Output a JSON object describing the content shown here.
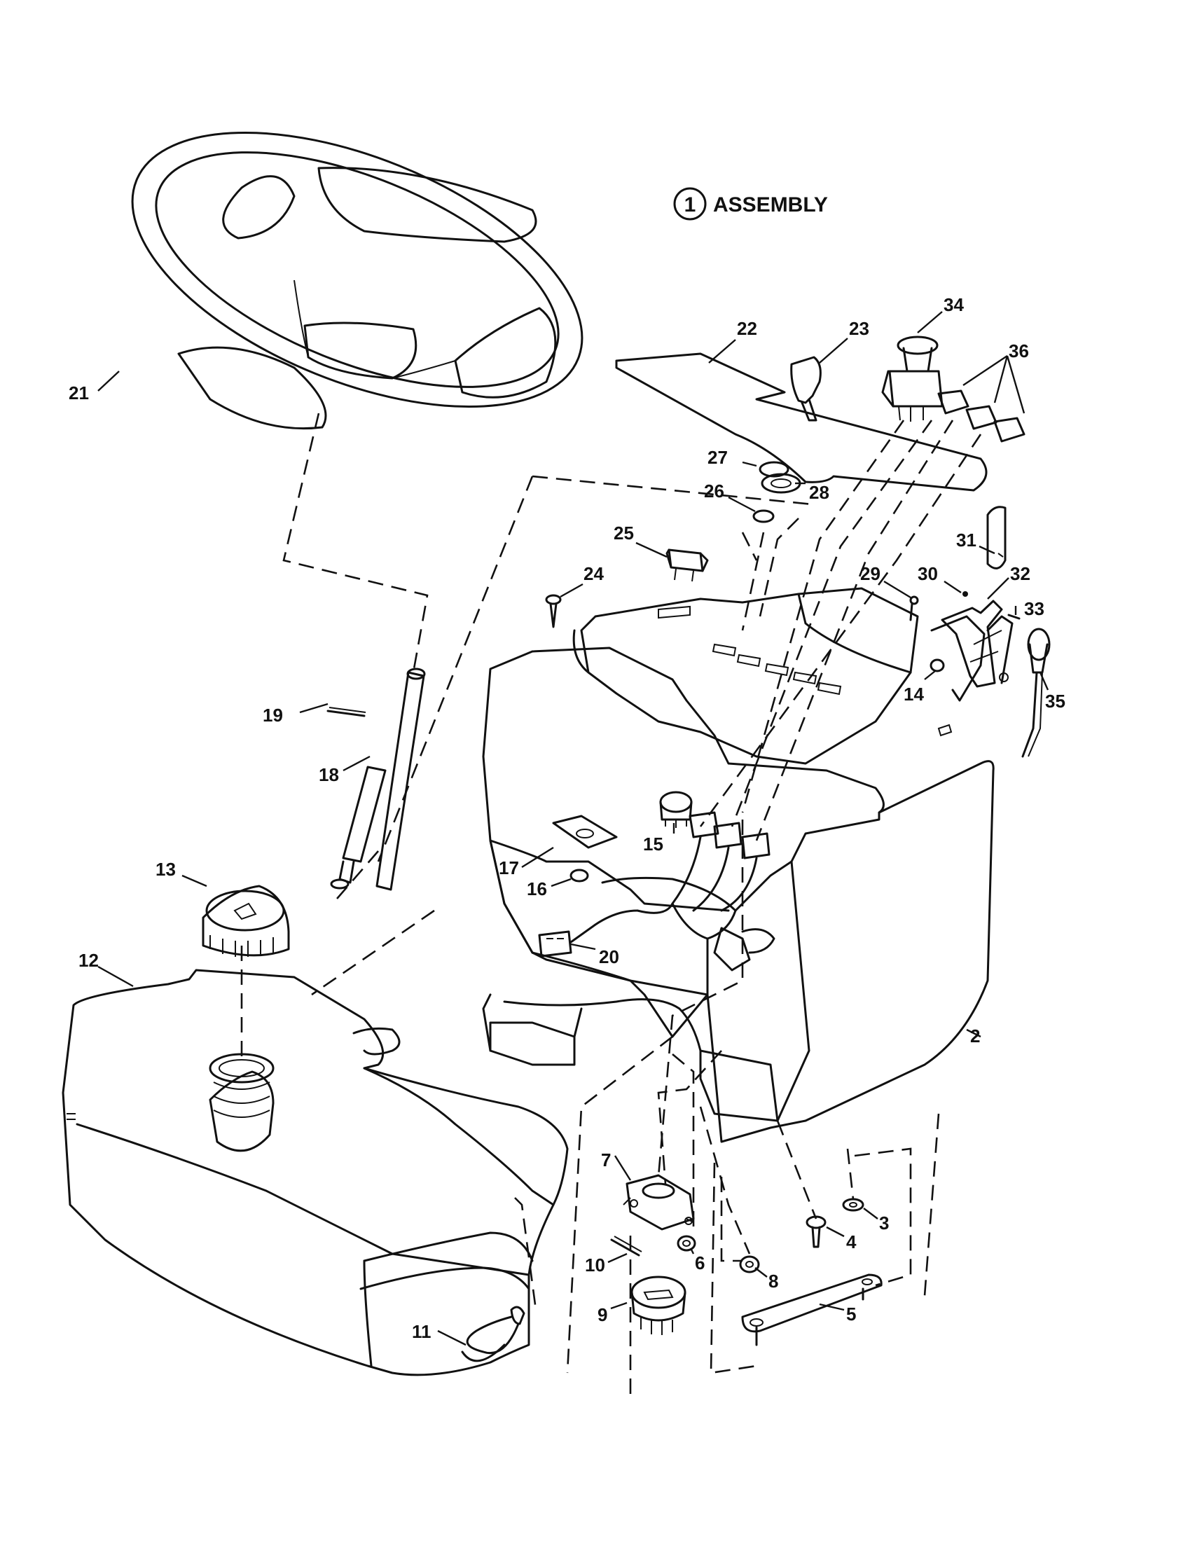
{
  "assembly": {
    "number": "1",
    "label": "ASSEMBLY"
  },
  "callouts": {
    "c2": "2",
    "c3": "3",
    "c4": "4",
    "c5": "5",
    "c6": "6",
    "c7": "7",
    "c8": "8",
    "c9": "9",
    "c10": "10",
    "c11": "11",
    "c12": "12",
    "c13": "13",
    "c14": "14",
    "c15": "15",
    "c16": "16",
    "c17": "17",
    "c18": "18",
    "c19": "19",
    "c20": "20",
    "c21": "21",
    "c22": "22",
    "c23": "23",
    "c24": "24",
    "c25": "25",
    "c26": "26",
    "c27": "27",
    "c28": "28",
    "c29": "29",
    "c30": "30",
    "c31": "31",
    "c32": "32",
    "c33": "33",
    "c34": "34",
    "c35": "35",
    "c36": "36"
  }
}
